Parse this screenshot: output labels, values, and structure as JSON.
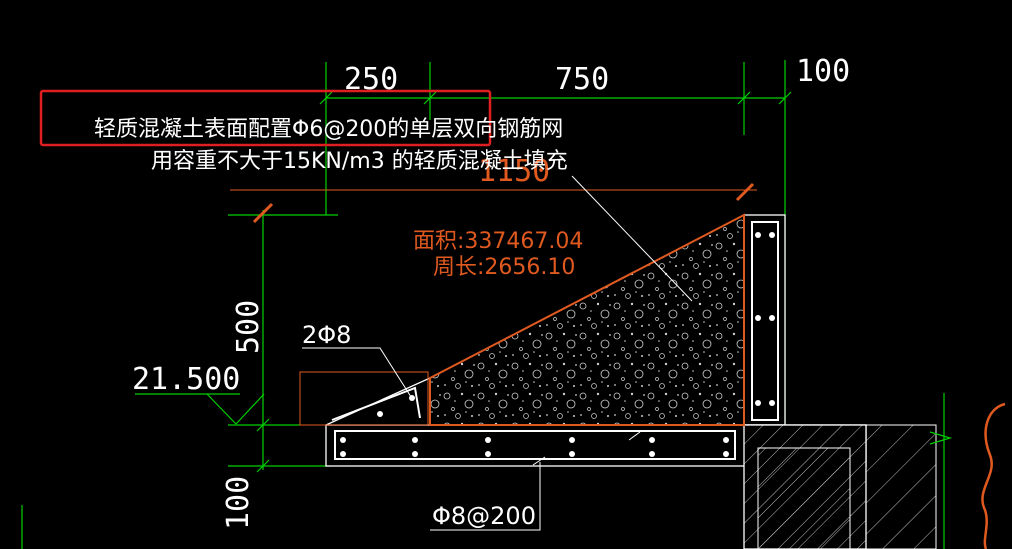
{
  "dimensions": {
    "top_left": "250",
    "top_mid": "750",
    "top_right": "100",
    "overall": "1150",
    "height_left": "500",
    "elevation": "21.500",
    "bottom_left": "100"
  },
  "annotations": {
    "note_line1": "轻质混凝土表面配置Φ6@200的单层双向钢筋网",
    "note_line2": "用容重不大于15KN/m3 的轻质混凝土填充",
    "area_label": "面积:337467.04",
    "perimeter_label": "周长:2656.10",
    "rebar_top": "2Φ8",
    "rebar_bottom": "Φ8@200"
  },
  "colors": {
    "background": "#000000",
    "dim_green": "#00d000",
    "text_white": "#ffffff",
    "measure_orange": "#e05a20",
    "highlight_red": "#e02020"
  }
}
